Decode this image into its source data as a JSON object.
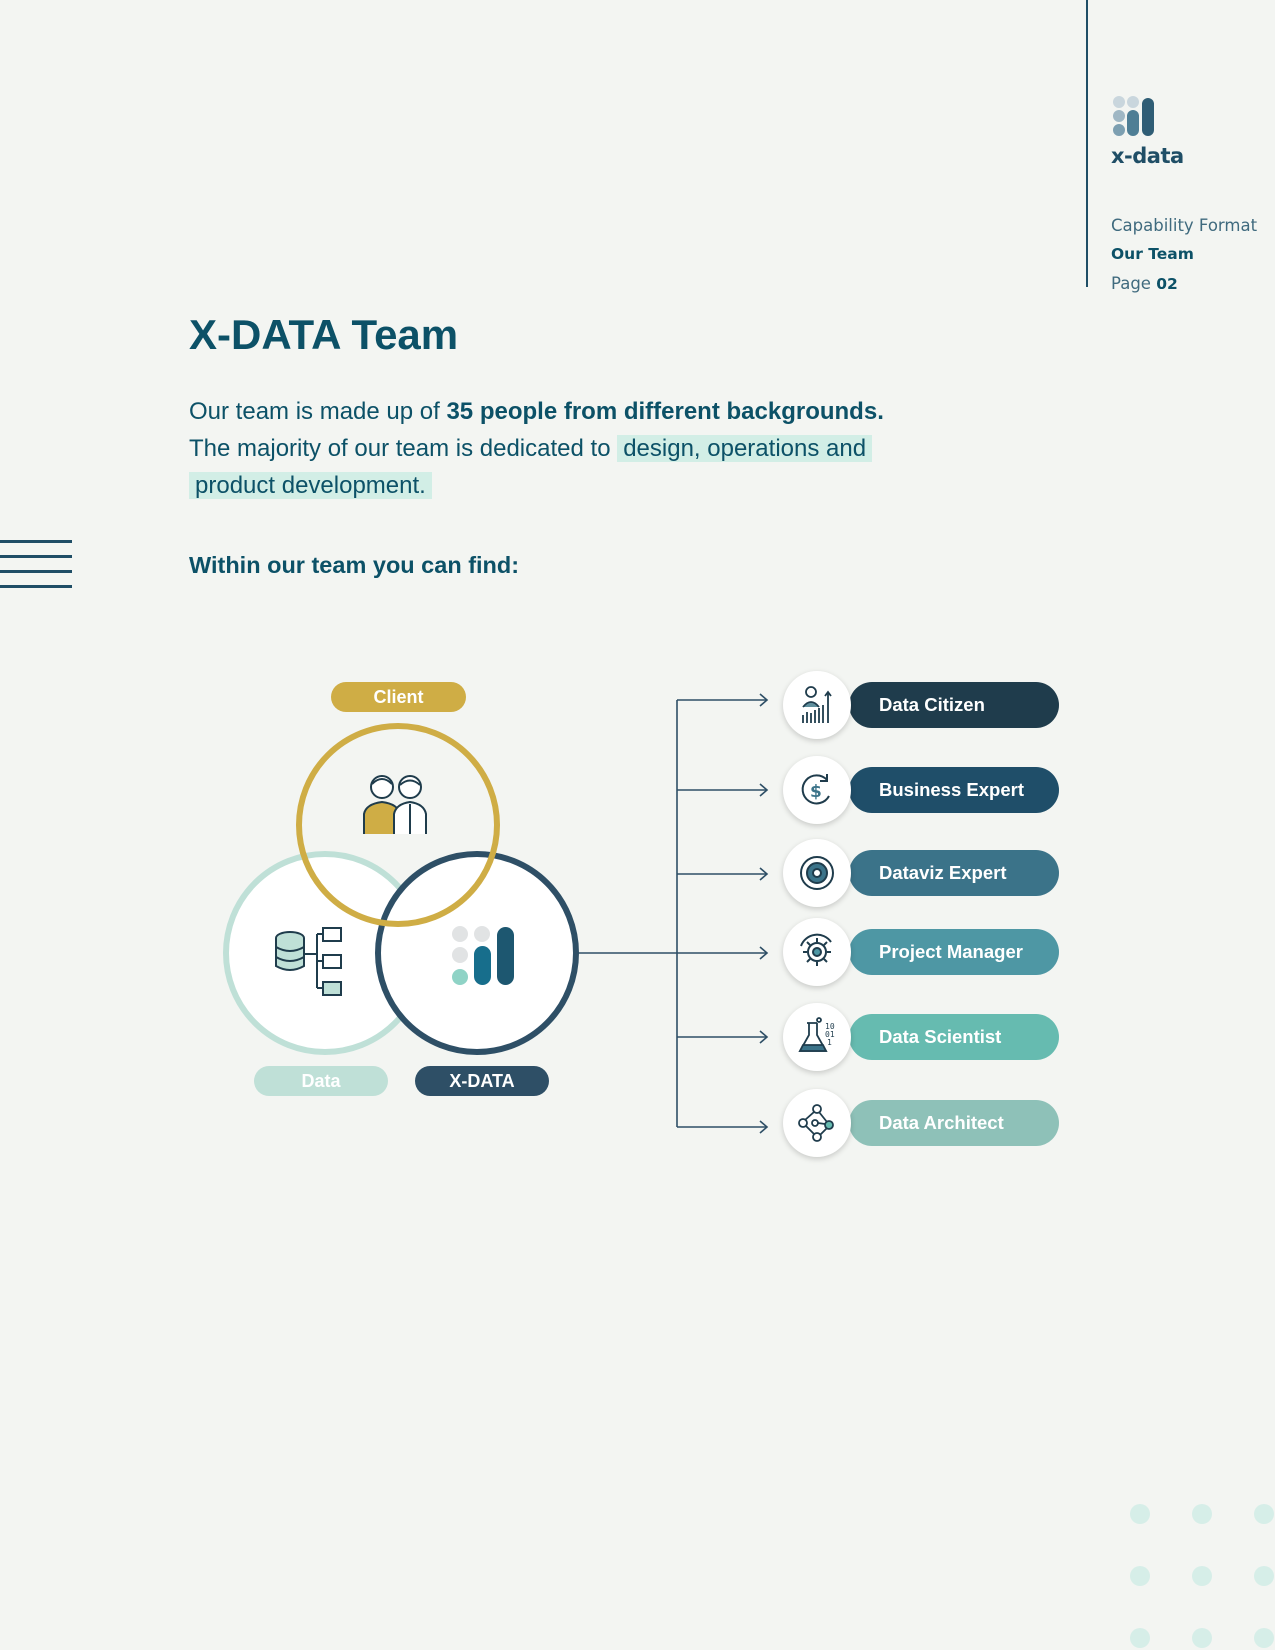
{
  "sidebar": {
    "logo_text": "x-data",
    "format_label": "Capability Format",
    "section_label": "Our Team",
    "page_prefix": "Page",
    "page_number": "02"
  },
  "main": {
    "title": "X-DATA Team",
    "intro_part1": "Our team is made up of ",
    "intro_bold": "35 people from different backgrounds.",
    "intro_part2": "The majority of our team is dedicated to ",
    "intro_highlight1": "design, operations and",
    "intro_highlight2": "product development.",
    "subheading": "Within our team you can find:"
  },
  "venn": {
    "client_label": "Client",
    "data_label": "Data",
    "xdata_label": "X-DATA",
    "colors": {
      "client": "#cfad45",
      "data": "#bfe0d7",
      "xdata": "#2e4f66"
    },
    "icons": {
      "client": "people-icon",
      "data": "database-tree-icon",
      "xdata": "xdata-logo-icon"
    }
  },
  "roles": [
    {
      "label": "Data Citizen",
      "color": "#1f3c4c",
      "icon": "person-chart-icon"
    },
    {
      "label": "Business Expert",
      "color": "#1f4e69",
      "icon": "dollar-refresh-icon"
    },
    {
      "label": "Dataviz Expert",
      "color": "#3b7389",
      "icon": "target-icon"
    },
    {
      "label": "Project Manager",
      "color": "#4e97a4",
      "icon": "gear-cycle-icon"
    },
    {
      "label": "Data Scientist",
      "color": "#66bbb0",
      "icon": "flask-icon"
    },
    {
      "label": "Data Architect",
      "color": "#8ec1b8",
      "icon": "network-icon"
    }
  ]
}
